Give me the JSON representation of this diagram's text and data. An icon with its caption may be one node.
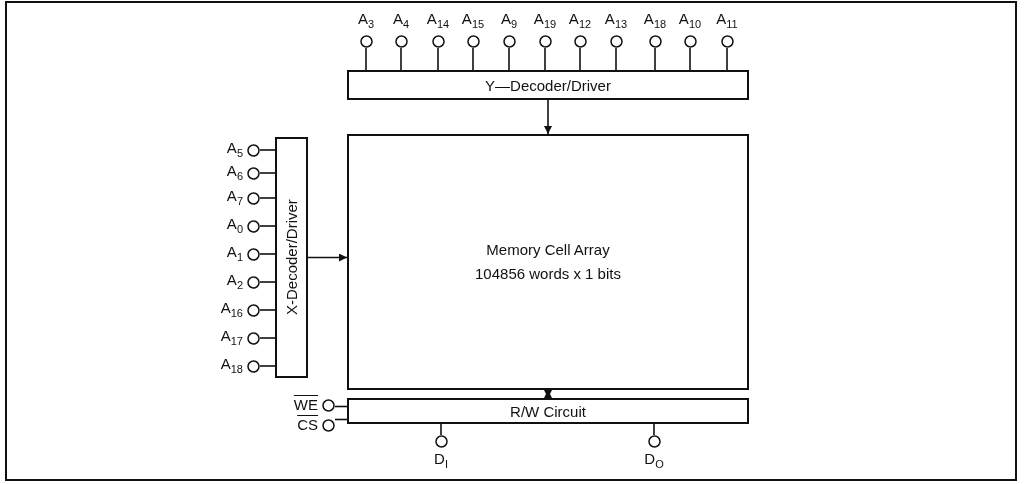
{
  "diagram": {
    "nodes": [
      {
        "text": [
          "A$_{3}$"
        ]
      },
      {
        "text": [
          "A$_{4}$"
        ]
      },
      {
        "text": [
          "A$_{14}$"
        ]
      },
      {
        "text": [
          "A$_{15}$"
        ]
      },
      {
        "text": [
          "A$_{9}$"
        ]
      },
      {
        "text": [
          "A$_{19}$"
        ]
      },
      {
        "text": [
          "A$_{12}$"
        ]
      },
      {
        "text": [
          "A$_{13}$"
        ]
      },
      {
        "text": [
          "A$_{18}$"
        ]
      },
      {
        "text": [
          "A$_{10}$"
        ]
      },
      {
        "text": [
          "A$_{11}$"
        ]
      },
      {
        "text": [
          "Y—Decoder/Driver"
        ]
      },
      {
        "text": [
          "A$_{5}$"
        ]
      },
      {
        "text": [
          "A$_{6}$"
        ]
      },
      {
        "text": [
          "A$_{7}$"
        ]
      },
      {
        "text": [
          "A$_{0}$"
        ]
      },
      {
        "text": [
          "A$_{1}$"
        ]
      },
      {
        "text": [
          "A$_{2}$"
        ]
      },
      {
        "text": [
          "A$_{16}$"
        ]
      },
      {
        "text": [
          "A$_{17}$"
        ]
      },
      {
        "text": [
          "A$_{18}$"
        ]
      },
      {
        "text": [
          "X-Decoder/Driver"
        ]
      },
      {
        "text": [
          "Memory Cell Array",
          "104856 words x 1 bits"
        ]
      },
      {
        "text": [
          "WE"
        ]
      },
      {
        "text": [
          "CS"
        ]
      },
      {
        "text": [
          "R/W Circuit"
        ]
      },
      {
        "text": [
          "D$_{I}$"
        ]
      },
      {
        "text": [
          "D$_{O}$"
        ]
      }
    ],
    "edges": [
      {
        "from": 0,
        "to": 11,
        "arrow": "none"
      },
      {
        "from": 1,
        "to": 11,
        "arrow": "none"
      },
      {
        "from": 2,
        "to": 11,
        "arrow": "none"
      },
      {
        "from": 3,
        "to": 11,
        "arrow": "none"
      },
      {
        "from": 4,
        "to": 11,
        "arrow": "none"
      },
      {
        "from": 5,
        "to": 11,
        "arrow": "none"
      },
      {
        "from": 6,
        "to": 11,
        "arrow": "none"
      },
      {
        "from": 7,
        "to": 11,
        "arrow": "none"
      },
      {
        "from": 8,
        "to": 11,
        "arrow": "none"
      },
      {
        "from": 9,
        "to": 11,
        "arrow": "none"
      },
      {
        "from": 10,
        "to": 11,
        "arrow": "none"
      },
      {
        "from": 11,
        "to": 22,
        "arrow": "to"
      },
      {
        "from": 12,
        "to": 21,
        "arrow": "none"
      },
      {
        "from": 13,
        "to": 21,
        "arrow": "none"
      },
      {
        "from": 14,
        "to": 21,
        "arrow": "none"
      },
      {
        "from": 15,
        "to": 21,
        "arrow": "none"
      },
      {
        "from": 16,
        "to": 21,
        "arrow": "none"
      },
      {
        "from": 17,
        "to": 21,
        "arrow": "none"
      },
      {
        "from": 18,
        "to": 21,
        "arrow": "none"
      },
      {
        "from": 19,
        "to": 21,
        "arrow": "none"
      },
      {
        "from": 20,
        "to": 21,
        "arrow": "none"
      },
      {
        "from": 21,
        "to": 22,
        "arrow": "to"
      },
      {
        "from": 22,
        "to": 25,
        "arrow": "both"
      },
      {
        "from": 23,
        "to": 25,
        "arrow": "none"
      },
      {
        "from": 24,
        "to": 25,
        "arrow": "none"
      },
      {
        "from": 26,
        "to": 25,
        "arrow": "none"
      },
      {
        "from": 27,
        "to": 25,
        "arrow": "none"
      }
    ]
  }
}
